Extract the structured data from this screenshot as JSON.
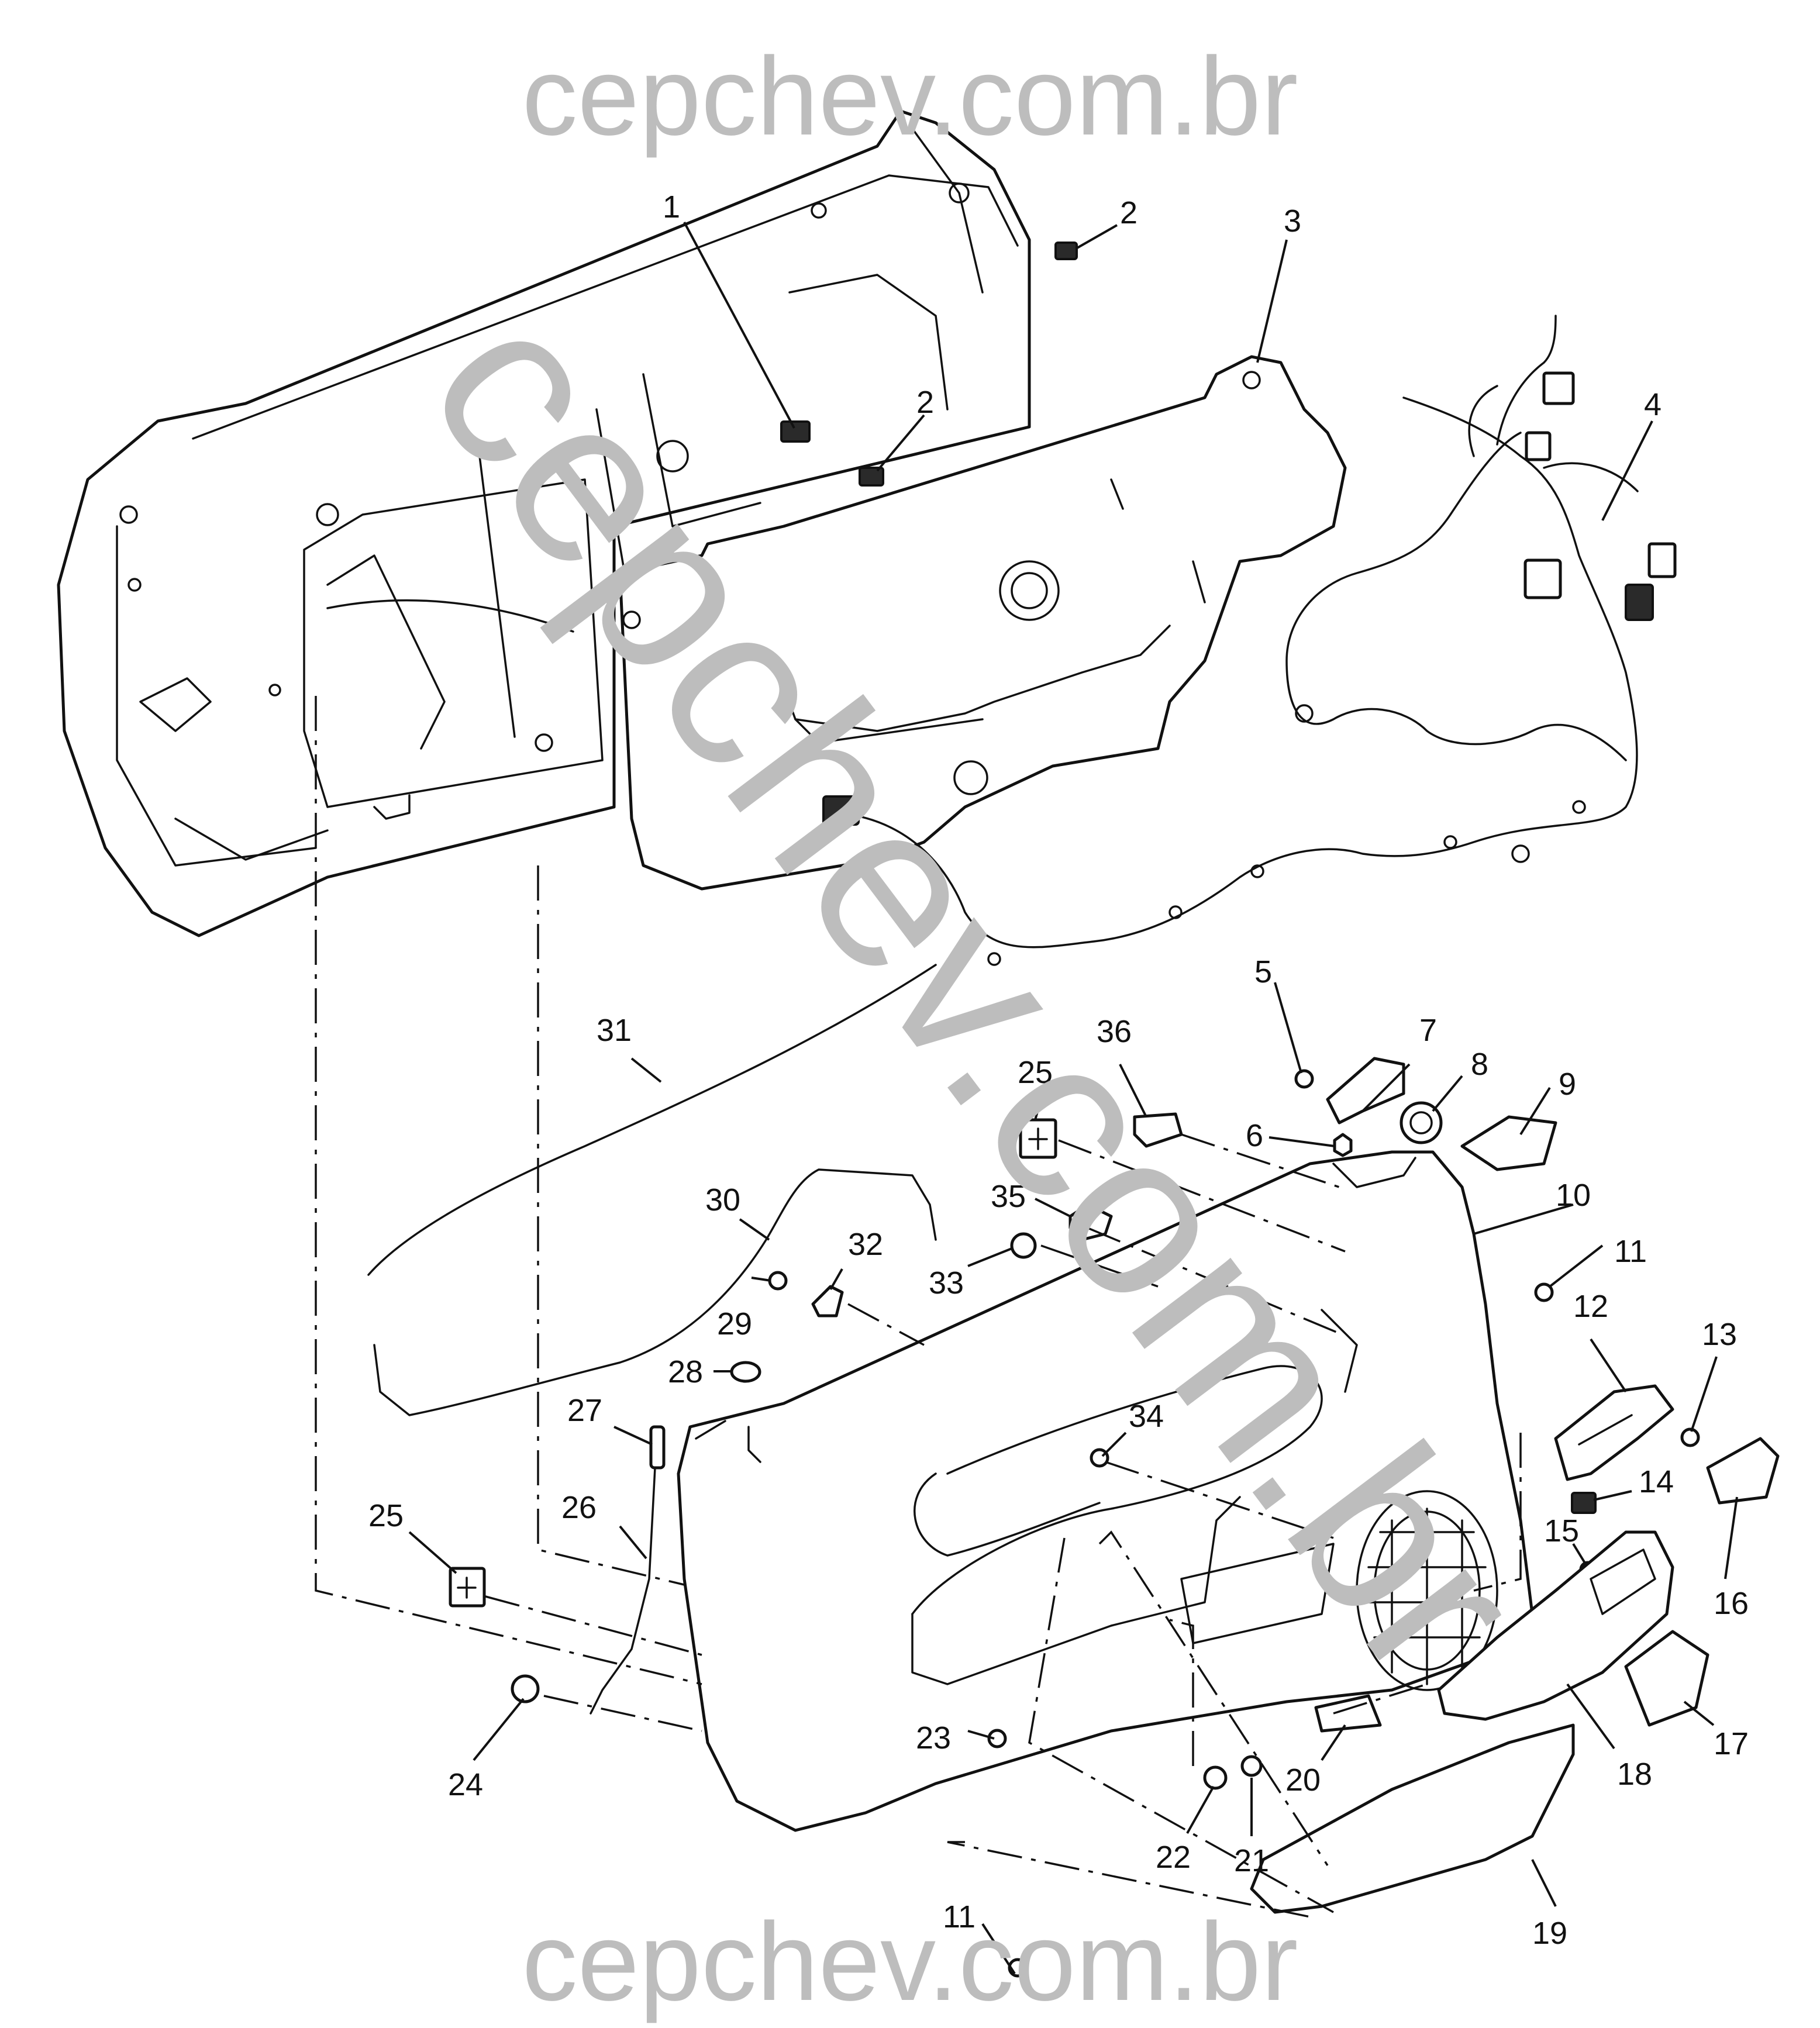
{
  "watermark": {
    "top": "cepchev.com.br",
    "bottom": "cepchev.com.br",
    "diagonal": "cepchev.com.br",
    "color": "#bdbdbd"
  },
  "callouts": {
    "c1": "1",
    "c2a": "2",
    "c2b": "2",
    "c3": "3",
    "c4": "4",
    "c5": "5",
    "c6": "6",
    "c7": "7",
    "c8": "8",
    "c9": "9",
    "c10": "10",
    "c11a": "11",
    "c11b": "11",
    "c12": "12",
    "c13": "13",
    "c14": "14",
    "c15": "15",
    "c16": "16",
    "c17": "17",
    "c18": "18",
    "c19": "19",
    "c20": "20",
    "c21": "21",
    "c22": "22",
    "c23": "23",
    "c24": "24",
    "c25a": "25",
    "c25b": "25",
    "c26": "26",
    "c27": "27",
    "c28": "28",
    "c29": "29",
    "c30": "30",
    "c31": "31",
    "c32": "32",
    "c33": "33",
    "c34": "34",
    "c35": "35",
    "c36": "36"
  },
  "colors": {
    "line": "#111111",
    "background": "#ffffff"
  }
}
